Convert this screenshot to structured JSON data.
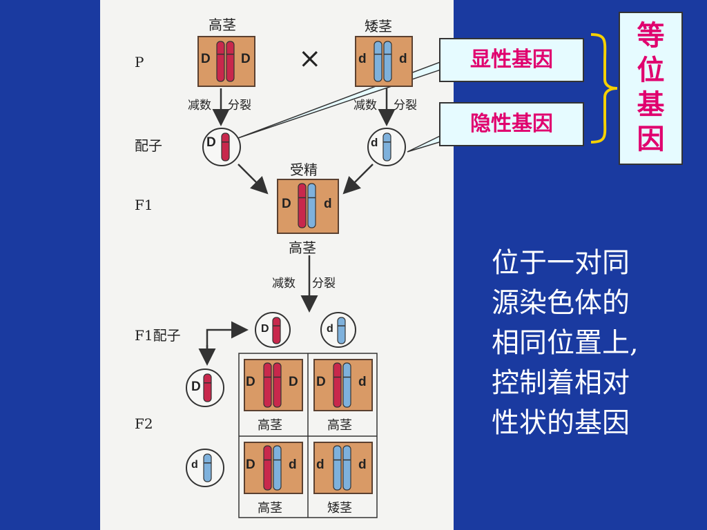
{
  "diagram": {
    "parents": {
      "tall_label": "高茎",
      "short_label": "矮茎",
      "cross_symbol": "×",
      "row_label": "P",
      "tall_genes": [
        "D",
        "D"
      ],
      "short_genes": [
        "d",
        "d"
      ]
    },
    "meiosis_label_1": "减数",
    "meiosis_label_2": "分裂",
    "gametes": {
      "row_label": "配子",
      "left_gene": "D",
      "right_gene": "d"
    },
    "fertilization_label": "受精",
    "f1": {
      "row_label": "F1",
      "genes": [
        "D",
        "d"
      ],
      "phenotype": "高茎"
    },
    "f1_gametes": {
      "row_label": "F1配子",
      "top_genes": [
        "D",
        "d"
      ],
      "side_genes": [
        "D",
        "d"
      ]
    },
    "f2": {
      "row_label": "F2",
      "cells": [
        {
          "genes": [
            "D",
            "D"
          ],
          "phenotype": "高茎"
        },
        {
          "genes": [
            "D",
            "d"
          ],
          "phenotype": "高茎"
        },
        {
          "genes": [
            "D",
            "d"
          ],
          "phenotype": "高茎"
        },
        {
          "genes": [
            "d",
            "d"
          ],
          "phenotype": "矮茎"
        }
      ]
    }
  },
  "callouts": {
    "dominant_gene": "显性基因",
    "recessive_gene": "隐性基因",
    "allele_chars": [
      "等",
      "位",
      "基",
      "因"
    ]
  },
  "definition_lines": [
    "位于一对同",
    "源染色体的",
    "相同位置上,",
    "控制着相对",
    "性状的基因"
  ],
  "colors": {
    "background": "#1a3aa0",
    "dominant_chromosome": "#c8284c",
    "recessive_chromosome": "#7eb1dc",
    "box_fill": "#d99a66",
    "callout_text": "#e0006e",
    "callout_fill": "#e6fbff"
  }
}
